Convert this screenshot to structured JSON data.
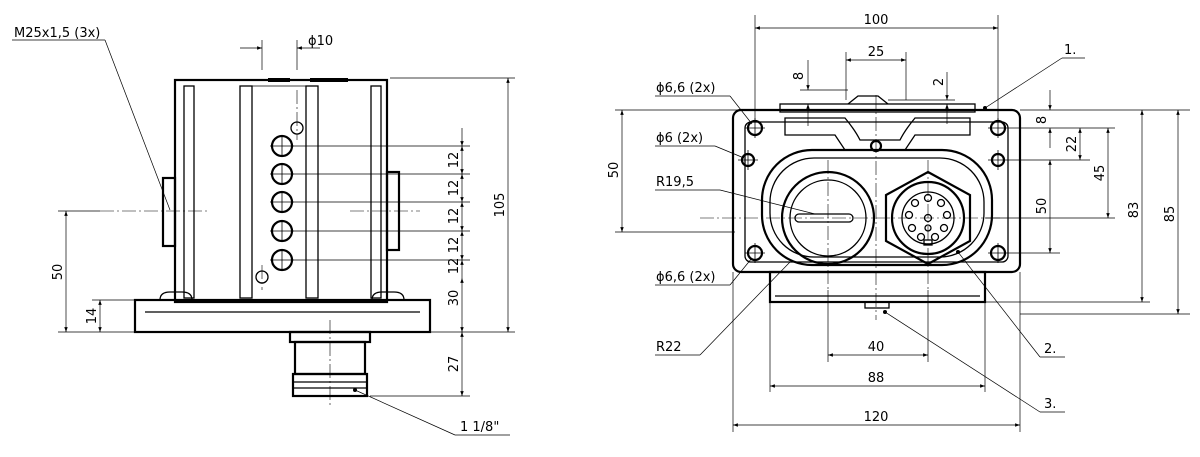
{
  "side_view": {
    "thread_label": "M25x1,5 (3x)",
    "diameter_label": "ϕ10",
    "dim_105": "105",
    "dim_12": [
      "12",
      "12",
      "12",
      "12",
      "12"
    ],
    "dim_30": "30",
    "dim_27": "27",
    "dim_50": "50",
    "dim_14": "14",
    "thread_size": "1 1/8\""
  },
  "front_view": {
    "dim_100": "100",
    "dim_25": "25",
    "dim_8_top": "8",
    "dim_2": "2",
    "hole_top": "ϕ6,6 (2x)",
    "hole_mid": "ϕ6 (2x)",
    "hole_bottom": "ϕ6,6 (2x)",
    "radius_195": "R19,5",
    "radius_22": "R22",
    "dim_50_left": "50",
    "dim_8_right": "8",
    "dim_22": "22",
    "dim_45": "45",
    "dim_50_right": "50",
    "dim_83": "83",
    "dim_85": "85",
    "dim_40": "40",
    "dim_88": "88",
    "dim_120": "120",
    "callout_1": "1.",
    "callout_2": "2.",
    "callout_3": "3."
  }
}
